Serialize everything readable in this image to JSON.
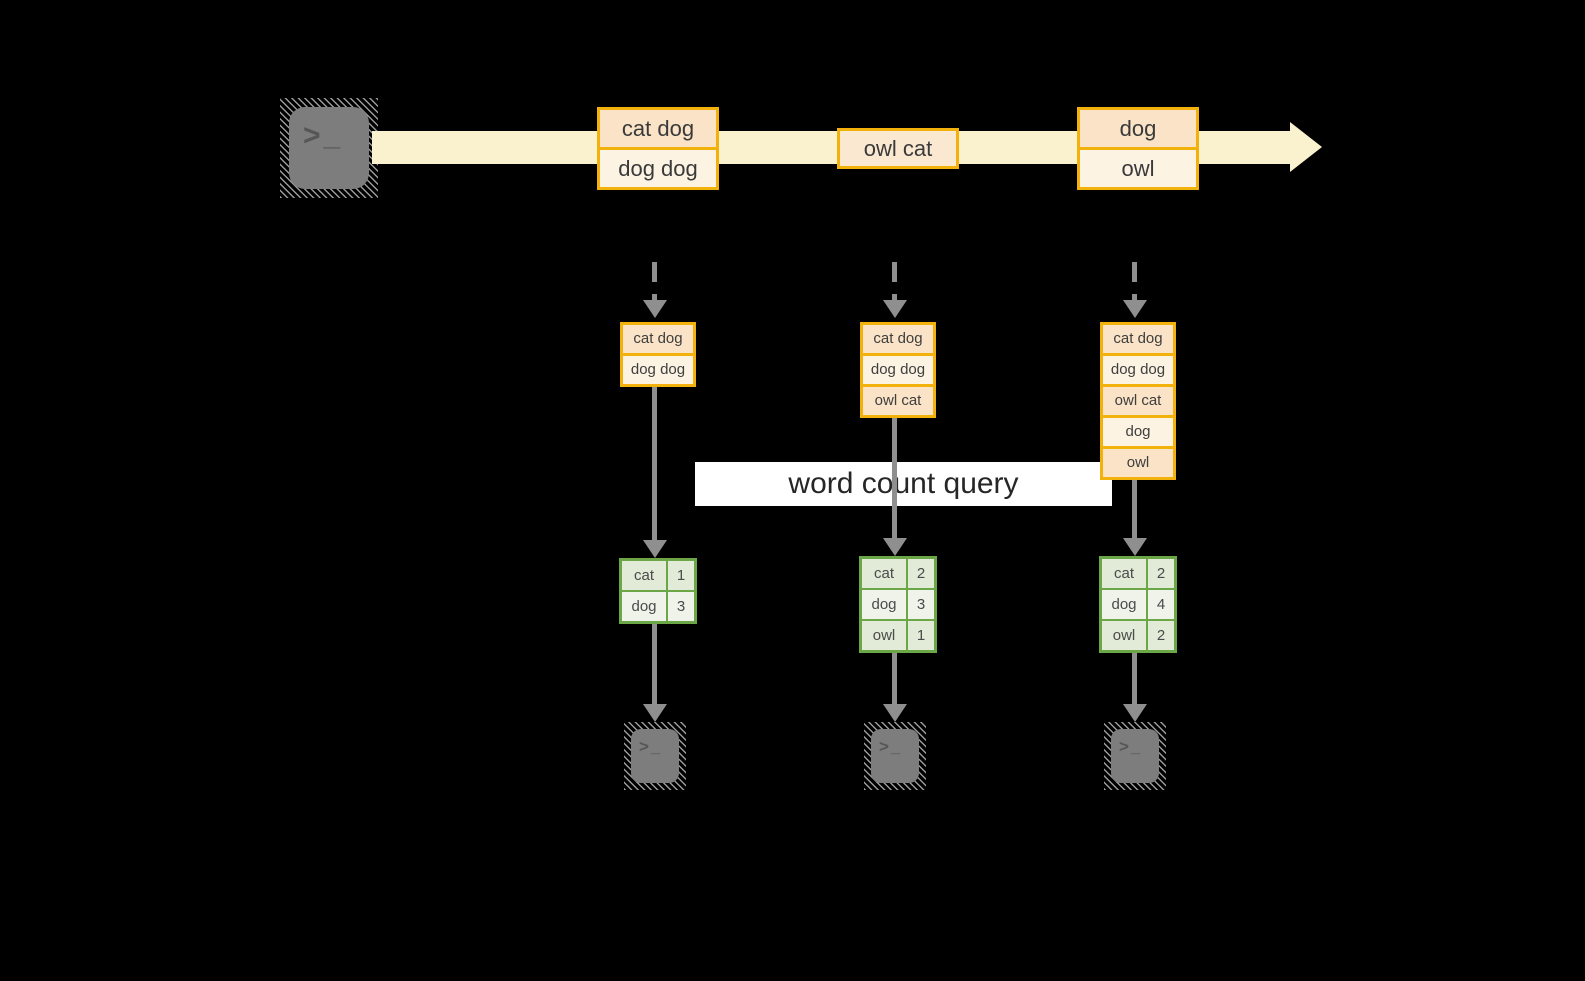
{
  "title": "streaming word count diagram",
  "query_label": "word count query",
  "colors": {
    "background": "#000000",
    "stream_band": "#FAF2CF",
    "record_border_gold": "#F2B10B",
    "record_fill_peach": "#FAE3C6",
    "record_fill_cream": "#FCF3E3",
    "table_border_green": "#6CA747",
    "table_row_dark": "#E2EBD8",
    "table_row_light": "#EFF3EA",
    "terminal_gray": "#7D7D7D",
    "arrow_gray": "#8F8F8F"
  },
  "icons": {
    "terminal_prompt": ">_",
    "stream_arrowhead": "right-arrow",
    "flow_arrowhead": "down-arrow"
  },
  "source_terminal": {
    "prompt": ">_"
  },
  "stream": {
    "records": [
      {
        "lines": [
          "cat dog",
          "dog dog"
        ]
      },
      {
        "lines": [
          "owl cat"
        ]
      },
      {
        "lines": [
          "dog",
          "owl"
        ]
      }
    ]
  },
  "columns": [
    {
      "buffer": [
        "cat dog",
        "dog dog"
      ],
      "counts": [
        {
          "word": "cat",
          "count": "1"
        },
        {
          "word": "dog",
          "count": "3"
        }
      ]
    },
    {
      "buffer": [
        "cat dog",
        "dog dog",
        "owl cat"
      ],
      "counts": [
        {
          "word": "cat",
          "count": "2"
        },
        {
          "word": "dog",
          "count": "3"
        },
        {
          "word": "owl",
          "count": "1"
        }
      ]
    },
    {
      "buffer": [
        "cat dog",
        "dog dog",
        "owl cat",
        "dog",
        "owl"
      ],
      "counts": [
        {
          "word": "cat",
          "count": "2"
        },
        {
          "word": "dog",
          "count": "4"
        },
        {
          "word": "owl",
          "count": "2"
        }
      ]
    }
  ],
  "output_terminals": [
    {
      "prompt": ">_"
    },
    {
      "prompt": ">_"
    },
    {
      "prompt": ">_"
    }
  ]
}
